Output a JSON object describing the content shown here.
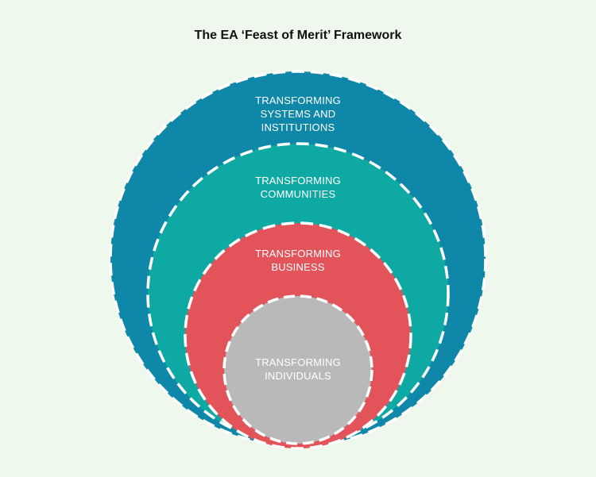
{
  "title": "The EA ‘Feast of Merit’ Framework",
  "rings": [
    {
      "id": "systems",
      "lines": [
        "TRANSFORMING",
        "SYSTEMS AND",
        "INSTITUTIONS"
      ],
      "color": "#0f87a8"
    },
    {
      "id": "communities",
      "lines": [
        "TRANSFORMING",
        "COMMUNITIES"
      ],
      "color": "#0fa9a3"
    },
    {
      "id": "business",
      "lines": [
        "TRANSFORMING",
        "BUSINESS"
      ],
      "color": "#e2535a"
    },
    {
      "id": "individuals",
      "lines": [
        "TRANSFORMING",
        "INDIVIDUALS"
      ],
      "color": "#b9b9b9"
    }
  ],
  "border_color": "#ffffff",
  "background_color": "#eef8ec"
}
